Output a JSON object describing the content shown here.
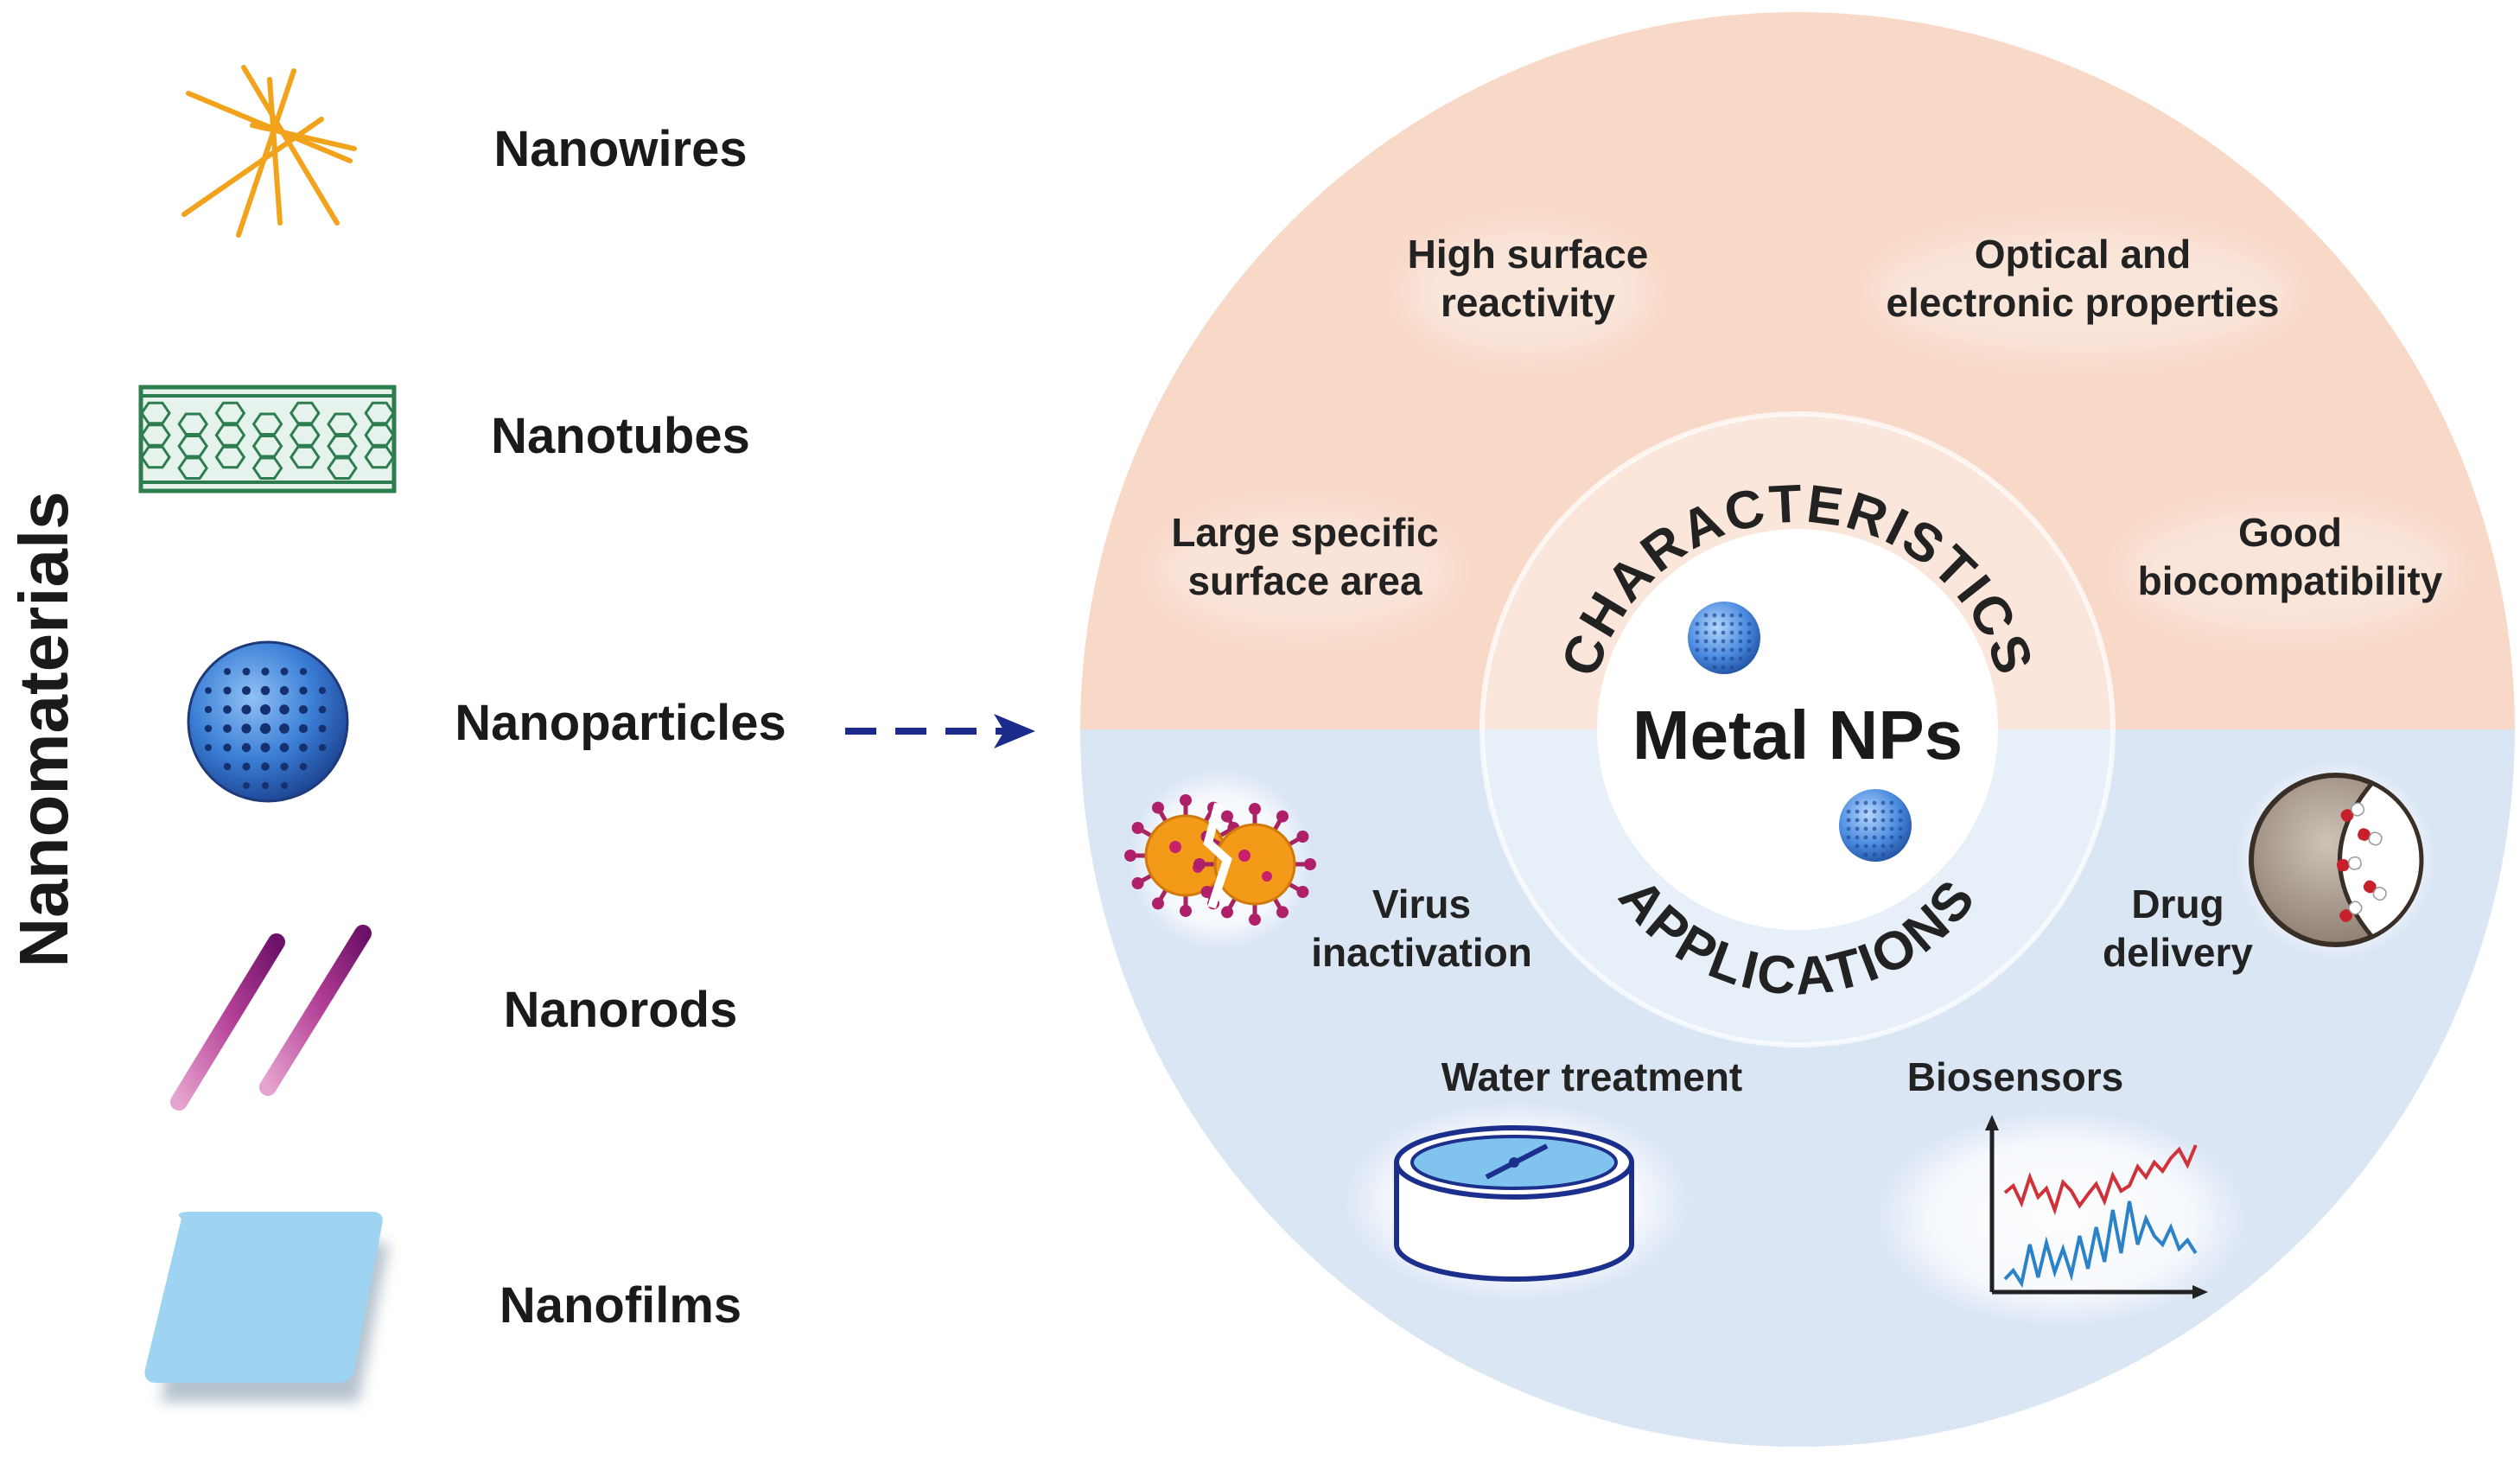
{
  "side_label": "Nanomaterials",
  "nanomaterials": [
    {
      "label": "Nanowires",
      "icon": "nanowires-icon"
    },
    {
      "label": "Nanotubes",
      "icon": "nanotube-icon"
    },
    {
      "label": "Nanoparticles",
      "icon": "nanoparticle-icon"
    },
    {
      "label": "Nanorods",
      "icon": "nanorods-icon"
    },
    {
      "label": "Nanofilms",
      "icon": "nanofilm-icon"
    }
  ],
  "center": {
    "title": "Metal NPs",
    "top_ring_text": "CHARACTERISTICS",
    "bottom_ring_text": "APPLICATIONS"
  },
  "characteristics": {
    "high_surface_reactivity": [
      "High surface",
      "reactivity"
    ],
    "optical_electronic": [
      "Optical and",
      "electronic properties"
    ],
    "large_surface_area": [
      "Large specific",
      "surface area"
    ],
    "biocompatibility": [
      "Good",
      "biocompatibility"
    ]
  },
  "applications": {
    "virus_inactivation": [
      "Virus",
      "inactivation"
    ],
    "drug_delivery": [
      "Drug",
      "delivery"
    ],
    "water_treatment": [
      "Water treatment"
    ],
    "biosensors": [
      "Biosensors"
    ]
  },
  "colors": {
    "characteristics_bg": "#f8d9c8",
    "applications_bg": "#dbe6f5",
    "wire": "#f2a31c",
    "tube": "#2e7d4f",
    "particle": "#2f6fc9",
    "rod": "#9b2a86",
    "film": "#9fd3f2",
    "arrow": "#1c2a8c",
    "text": "#222222"
  }
}
